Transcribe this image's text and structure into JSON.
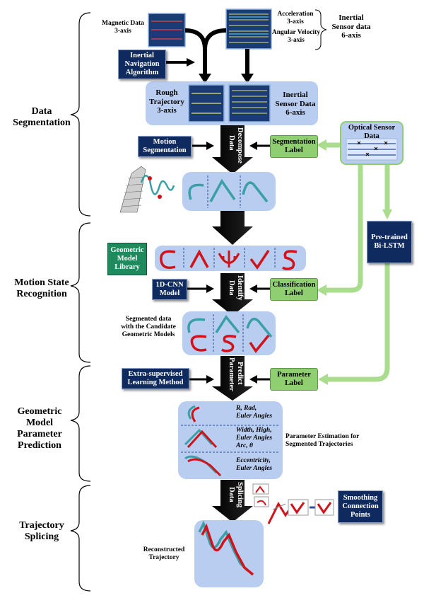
{
  "sections": {
    "data_segmentation": "Data\nSegmentation",
    "motion_state": "Motion State\nRecognition",
    "geometric_model": "Geometric Model\nParameter\nPrediction",
    "trajectory_splicing": "Trajectory\nSplicing"
  },
  "top": {
    "magnetic_data": "Magnetic Data\n3-axis",
    "acceleration": "Acceleration\n3-axis",
    "angular_velocity": "Angular Velocity\n3-axis",
    "inertial_sensor_6": "Inertial\nSensor data\n6-axis"
  },
  "boxes": {
    "inertial_nav": "Inertial\nNavigation\nAlgorithm",
    "rough_trajectory": "Rough\nTrajectory\n3-axis",
    "inertial_sensor_data": "Inertial\nSensor Data\n6-axis",
    "motion_segmentation": "Motion\nSegmentation",
    "segmentation_label": "Segmentation\nLabel",
    "optical_sensor": "Optical Sensor\nData",
    "pretrained": "Pre-trained\nBi-LSTM",
    "geometric_library": "Geometric\nModel\nLibrary",
    "cnn_model": "1D-CNN\nModel",
    "classification_label": "Classification\nLabel",
    "segmented_data": "Segmented data\nwith the Candidate\nGeometric Models",
    "extra_supervised": "Extra-supervised\nLearning Method",
    "parameter_label": "Parameter\nLabel",
    "param_estimation": "Parameter Estimation for\nSegmented Trajectories",
    "smoothing": "Smoothing\nConnection\nPoints",
    "reconstructed": "Reconstructed\nTrajectory"
  },
  "arrows": {
    "decompose": "Decompose\nData",
    "identify": "Identify\nData",
    "predict": "Predict\nParameter",
    "splicing": "Splicing\nData"
  },
  "params": {
    "row1": "R, Rad,\nEuler Angles",
    "row2": "Width, High,\nEuler Angles\nArc, θ",
    "row3": "Eccentricity,\nEuler Angles"
  },
  "colors": {
    "navy": "#0f2a5e",
    "green": "#8fcf72",
    "panel": "#b9cdf0",
    "teal_curve": "#3aa0a8",
    "red_curve": "#d0131b"
  }
}
